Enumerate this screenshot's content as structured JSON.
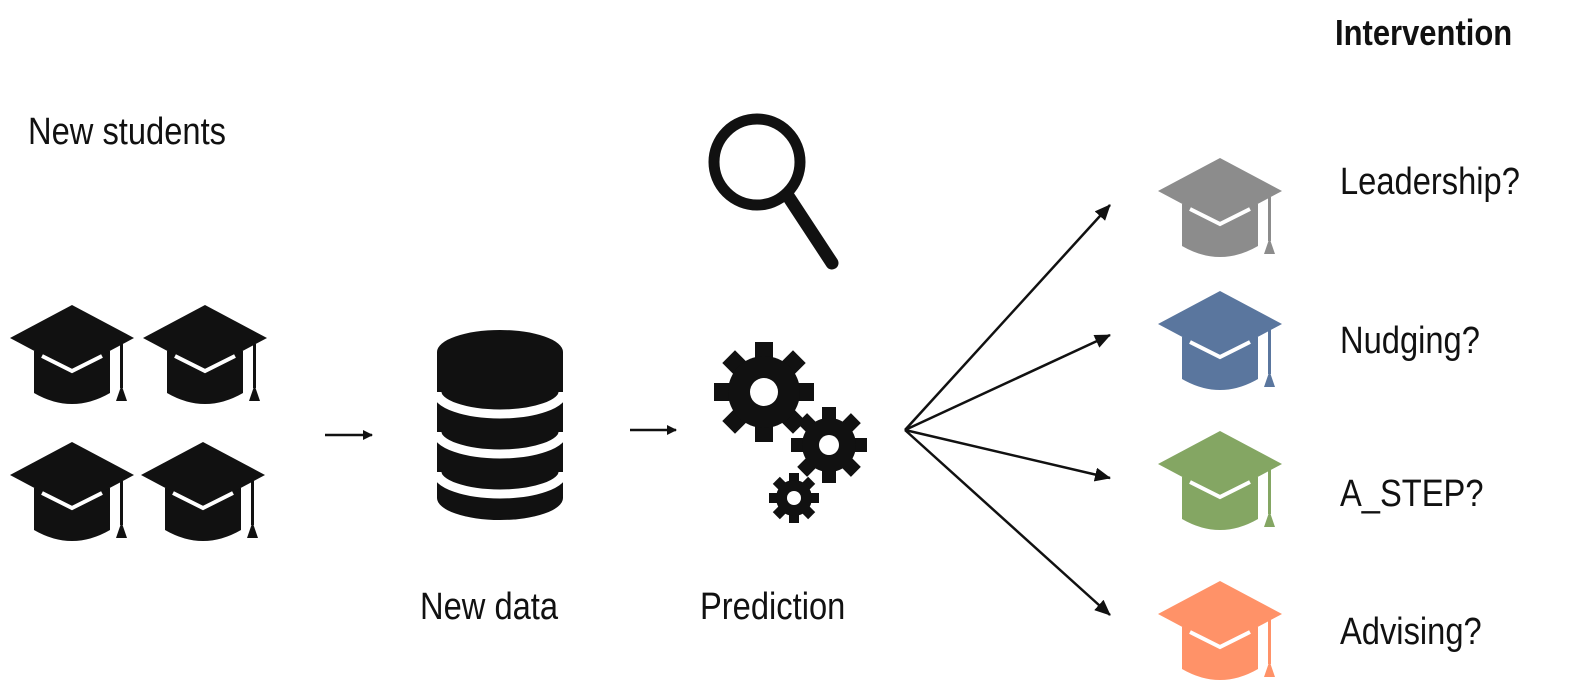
{
  "labels": {
    "new_students": "New students",
    "new_data": "New data",
    "prediction": "Prediction",
    "intervention_header": "Intervention"
  },
  "interventions": [
    {
      "label": "Leadership?",
      "color": "#8c8c8c"
    },
    {
      "label": "Nudging?",
      "color": "#5a769e"
    },
    {
      "label": "A_STEP?",
      "color": "#84a663"
    },
    {
      "label": "Advising?",
      "color": "#ff9268"
    }
  ],
  "icons": {
    "student_cap": "graduation-cap-icon",
    "database": "database-icon",
    "search": "magnifier-icon",
    "gears": "gears-icon",
    "arrow": "arrow-right-icon"
  },
  "colors": {
    "student_cap": "#111111",
    "text": "#111111"
  }
}
